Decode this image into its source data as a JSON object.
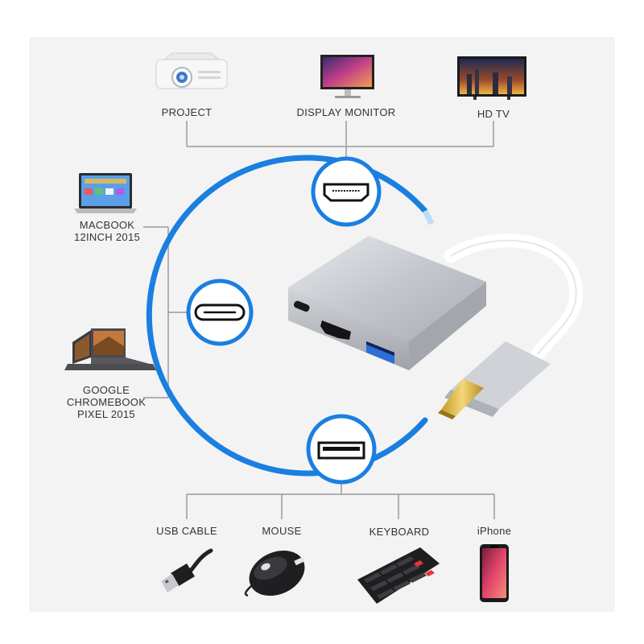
{
  "top_devices": [
    {
      "label": "PROJECT"
    },
    {
      "label": "DISPLAY MONITOR"
    },
    {
      "label": "HD TV"
    }
  ],
  "left_devices": [
    {
      "label": "MACBOOK\n12INCH 2015"
    },
    {
      "label": "GOOGLE\nCHROMEBOOK\nPIXEL 2015"
    }
  ],
  "bottom_devices": [
    {
      "label": "USB CABLE"
    },
    {
      "label": "MOUSE"
    },
    {
      "label": "KEYBOARD"
    },
    {
      "label": "iPhone"
    }
  ],
  "ports": [
    {
      "icon": "hdmi-port-icon"
    },
    {
      "icon": "usb-c-port-icon"
    },
    {
      "icon": "usb-a-port-icon"
    }
  ],
  "colors": {
    "accent_blue": "#1a7fe0",
    "connector_line": "#999999",
    "adapter_silver": "#c9cbd0"
  }
}
